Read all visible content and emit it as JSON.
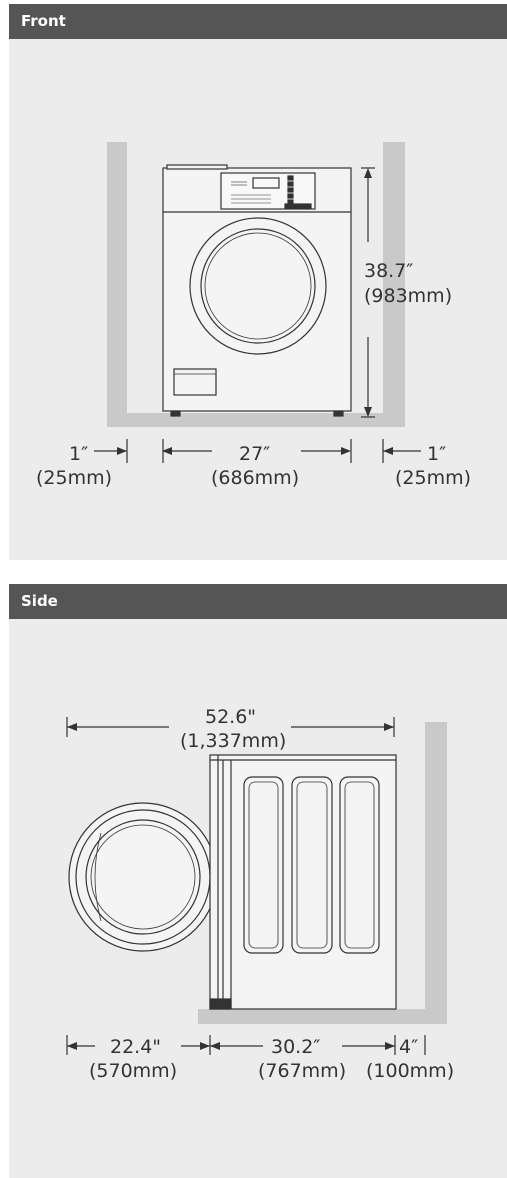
{
  "sections": {
    "front": {
      "title": "Front",
      "height_in": "38.7″",
      "height_mm": "(983mm)",
      "left_gap_in": "1″",
      "left_gap_mm": "(25mm)",
      "width_in": "27″",
      "width_mm": "(686mm)",
      "right_gap_in": "1″",
      "right_gap_mm": "(25mm)"
    },
    "side": {
      "title": "Side",
      "total_in": "52.6\"",
      "total_mm": "(1,337mm)",
      "door_in": "22.4\"",
      "door_mm": "(570mm)",
      "depth_in": "30.2″",
      "depth_mm": "(767mm)",
      "rear_gap_in": "4″",
      "rear_gap_mm": "(100mm)"
    }
  },
  "colors": {
    "header_bar": "#555555",
    "panel_bg": "#ececec",
    "wall": "#c9c9c9",
    "line": "#333333"
  }
}
